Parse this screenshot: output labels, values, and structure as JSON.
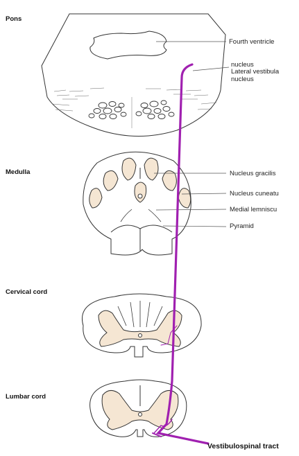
{
  "sections": {
    "pons": "Pons",
    "medulla": "Medulla",
    "cervical": "Cervical cord",
    "lumbar": "Lumbar cord"
  },
  "labels": {
    "fourth_ventricle": "Fourth ventricle",
    "nucleus_1": "nucleus",
    "lateral_vestibular": "Lateral vestibula",
    "nucleus_2": "nucleus",
    "nucleus_gracilis": "Nucleus gracilis",
    "nucleus_cuneatus": "Nucleus cuneatu",
    "medial_lemniscus": "Medial lemniscu",
    "pyramid": "Pyramid",
    "tract": "Vestibulospinal tract"
  },
  "colors": {
    "tract": "#a020b0",
    "gray_matter": "#f5e6d3",
    "outline": "#333333",
    "background": "#ffffff"
  }
}
